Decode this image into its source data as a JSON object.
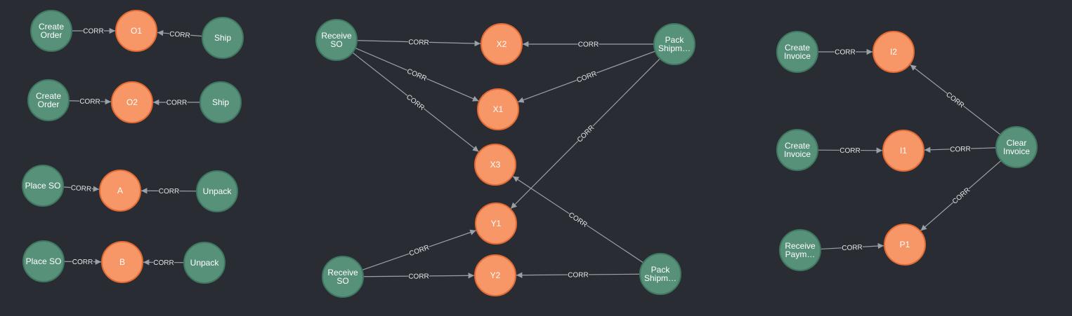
{
  "colors": {
    "background": "#292c33",
    "event_fill": "#57917a",
    "event_stroke": "#3f7761",
    "object_fill": "#f79767",
    "object_stroke": "#e46a34",
    "edge": "#9aa0a8"
  },
  "nodes": [
    {
      "id": "n1",
      "kind": "event",
      "lines": [
        "Create",
        "Order"
      ]
    },
    {
      "id": "n2",
      "kind": "object",
      "lines": [
        "O1"
      ]
    },
    {
      "id": "n3",
      "kind": "event",
      "lines": [
        "Ship"
      ]
    },
    {
      "id": "n4",
      "kind": "event",
      "lines": [
        "Create",
        "Order"
      ]
    },
    {
      "id": "n5",
      "kind": "object",
      "lines": [
        "O2"
      ]
    },
    {
      "id": "n6",
      "kind": "event",
      "lines": [
        "Ship"
      ]
    },
    {
      "id": "n7",
      "kind": "event",
      "lines": [
        "Place SO"
      ]
    },
    {
      "id": "n8",
      "kind": "object",
      "lines": [
        "A"
      ]
    },
    {
      "id": "n9",
      "kind": "event",
      "lines": [
        "Unpack"
      ]
    },
    {
      "id": "n10",
      "kind": "event",
      "lines": [
        "Place SO"
      ]
    },
    {
      "id": "n11",
      "kind": "object",
      "lines": [
        "B"
      ]
    },
    {
      "id": "n12",
      "kind": "event",
      "lines": [
        "Unpack"
      ]
    },
    {
      "id": "n13",
      "kind": "event",
      "lines": [
        "Receive",
        "SO"
      ]
    },
    {
      "id": "n14",
      "kind": "object",
      "lines": [
        "X2"
      ]
    },
    {
      "id": "n15",
      "kind": "event",
      "lines": [
        "Pack",
        "Shipm…"
      ]
    },
    {
      "id": "n16",
      "kind": "object",
      "lines": [
        "X1"
      ]
    },
    {
      "id": "n17",
      "kind": "object",
      "lines": [
        "X3"
      ]
    },
    {
      "id": "n18",
      "kind": "object",
      "lines": [
        "Y1"
      ]
    },
    {
      "id": "n19",
      "kind": "event",
      "lines": [
        "Receive",
        "SO"
      ]
    },
    {
      "id": "n20",
      "kind": "object",
      "lines": [
        "Y2"
      ]
    },
    {
      "id": "n21",
      "kind": "event",
      "lines": [
        "Pack",
        "Shipm…"
      ]
    },
    {
      "id": "n22",
      "kind": "event",
      "lines": [
        "Create",
        "Invoice"
      ]
    },
    {
      "id": "n23",
      "kind": "object",
      "lines": [
        "I2"
      ]
    },
    {
      "id": "n24",
      "kind": "event",
      "lines": [
        "Create",
        "Invoice"
      ]
    },
    {
      "id": "n25",
      "kind": "object",
      "lines": [
        "I1"
      ]
    },
    {
      "id": "n26",
      "kind": "event",
      "lines": [
        "Clear",
        "Invoice"
      ]
    },
    {
      "id": "n27",
      "kind": "event",
      "lines": [
        "Receive",
        "Paym…"
      ]
    },
    {
      "id": "n28",
      "kind": "object",
      "lines": [
        "P1"
      ]
    }
  ],
  "edges": [
    {
      "from": "n1",
      "to": "n2",
      "label": "CORR"
    },
    {
      "from": "n3",
      "to": "n2",
      "label": "CORR"
    },
    {
      "from": "n4",
      "to": "n5",
      "label": "CORR"
    },
    {
      "from": "n6",
      "to": "n5",
      "label": "CORR"
    },
    {
      "from": "n7",
      "to": "n8",
      "label": "CORR"
    },
    {
      "from": "n9",
      "to": "n8",
      "label": "CORR"
    },
    {
      "from": "n10",
      "to": "n11",
      "label": "CORR"
    },
    {
      "from": "n12",
      "to": "n11",
      "label": "CORR"
    },
    {
      "from": "n13",
      "to": "n14",
      "label": "CORR"
    },
    {
      "from": "n13",
      "to": "n16",
      "label": "CORR"
    },
    {
      "from": "n13",
      "to": "n17",
      "label": "CORR"
    },
    {
      "from": "n15",
      "to": "n14",
      "label": "CORR"
    },
    {
      "from": "n15",
      "to": "n16",
      "label": "CORR"
    },
    {
      "from": "n15",
      "to": "n18",
      "label": "CORR"
    },
    {
      "from": "n19",
      "to": "n18",
      "label": "CORR"
    },
    {
      "from": "n19",
      "to": "n20",
      "label": "CORR"
    },
    {
      "from": "n21",
      "to": "n20",
      "label": "CORR"
    },
    {
      "from": "n21",
      "to": "n17",
      "label": "CORR"
    },
    {
      "from": "n22",
      "to": "n23",
      "label": "CORR"
    },
    {
      "from": "n24",
      "to": "n25",
      "label": "CORR"
    },
    {
      "from": "n26",
      "to": "n23",
      "label": "CORR"
    },
    {
      "from": "n26",
      "to": "n25",
      "label": "CORR"
    },
    {
      "from": "n26",
      "to": "n28",
      "label": "CORR"
    },
    {
      "from": "n27",
      "to": "n28",
      "label": "CORR"
    }
  ]
}
